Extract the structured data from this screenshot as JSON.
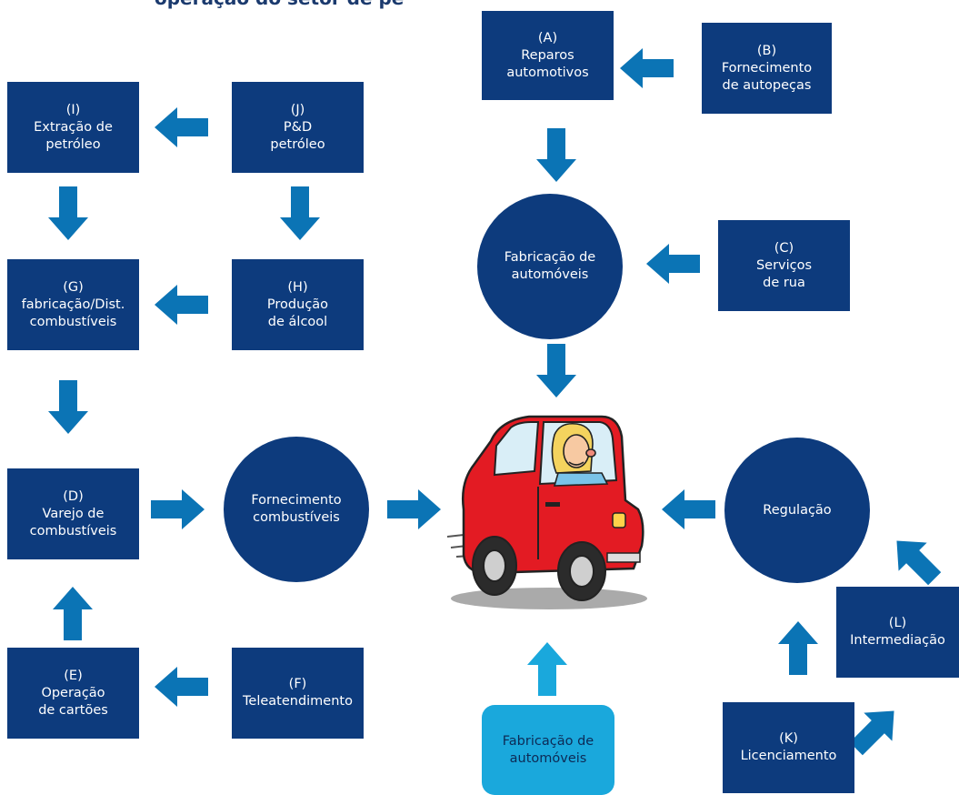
{
  "header": {
    "title": "operação do setor de pe"
  },
  "colors": {
    "dark": "#0d3b7d",
    "light": "#1aa8dc",
    "arrow": "#0b74b5",
    "arrow_light": "#1aa8dc"
  },
  "nodes": {
    "A": {
      "code": "(A)",
      "line1": "Reparos",
      "line2": "automotivos"
    },
    "B": {
      "code": "(B)",
      "line1": "Fornecimento",
      "line2": "de autopeças"
    },
    "C": {
      "code": "(C)",
      "line1": "Serviços",
      "line2": "de rua"
    },
    "D": {
      "code": "(D)",
      "line1": "Varejo de",
      "line2": "combustíveis"
    },
    "E": {
      "code": "(E)",
      "line1": "Operação",
      "line2": "de cartões"
    },
    "F": {
      "code": "(F)",
      "line1": "Teleatendimento"
    },
    "G": {
      "code": "(G)",
      "line1": "fabricação/Dist.",
      "line2": "combustíveis"
    },
    "H": {
      "code": "(H)",
      "line1": "Produção",
      "line2": "de álcool"
    },
    "I": {
      "code": "(I)",
      "line1": "Extração de",
      "line2": "petróleo"
    },
    "J": {
      "code": "(J)",
      "line1": "P&D",
      "line2": "petróleo"
    },
    "K": {
      "code": "(K)",
      "line1": "Licenciamento"
    },
    "L": {
      "code": "(L)",
      "line1": "Intermediação"
    }
  },
  "circles": {
    "fabricacao": {
      "line1": "Fabricação de",
      "line2": "automóveis"
    },
    "fornecimento": {
      "line1": "Fornecimento",
      "line2": "combustíveis"
    },
    "regulacao": {
      "line1": "Regulação"
    }
  },
  "bottom_box": {
    "line1": "Fabricação de",
    "line2": "automóveis"
  },
  "center_image": "car-with-driver-illustration"
}
